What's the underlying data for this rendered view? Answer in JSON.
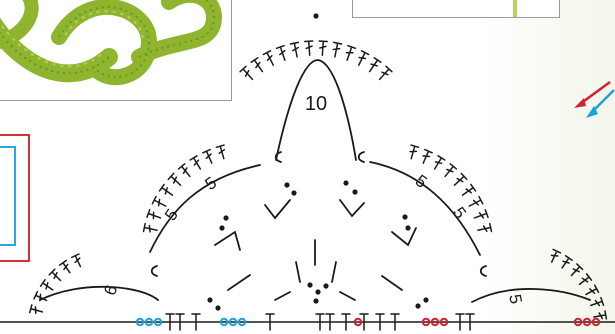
{
  "diagram": {
    "round_numbers": {
      "center": "10",
      "left_upper": "5",
      "left_lower": "5",
      "right_upper": "5",
      "right_mid": "5",
      "left_base": "6",
      "right_base": "5"
    },
    "colors": {
      "ink": "#1a1a1a",
      "chain_blue": "#1aa3da",
      "chain_red": "#d6202e",
      "yarn_green": "#8fb52f",
      "frame_red": "#d6303a",
      "frame_blue": "#2aa7dc"
    },
    "icons": {
      "photo": "crochet-yarn-photo",
      "arrow": "direction-arrow-icon"
    }
  }
}
